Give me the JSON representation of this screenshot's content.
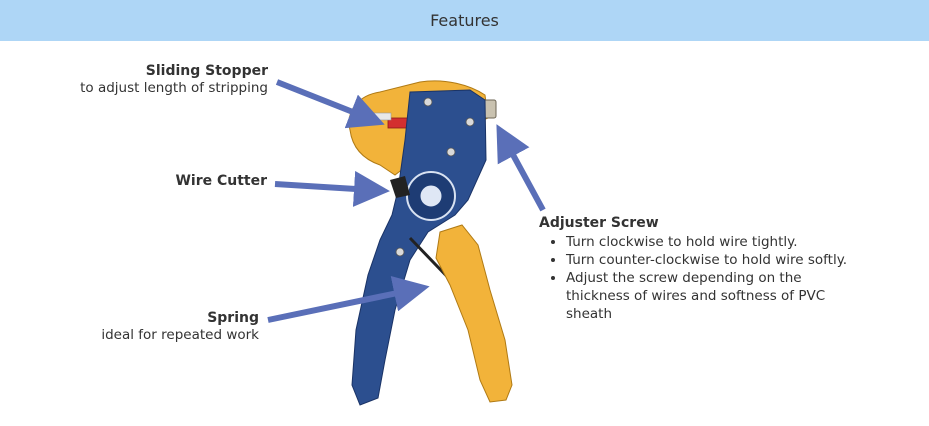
{
  "header": {
    "title": "Features"
  },
  "colors": {
    "header_bg": "#aed6f6",
    "arrow": "#5a6fb8",
    "handle_yellow": "#f2b33a",
    "body_blue": "#2c4f8f"
  },
  "callouts": {
    "sliding_stopper": {
      "title": "Sliding Stopper",
      "desc": "to adjust length of stripping"
    },
    "wire_cutter": {
      "title": "Wire Cutter"
    },
    "spring": {
      "title": "Spring",
      "desc": "ideal for repeated work"
    },
    "adjuster_screw": {
      "title": "Adjuster Screw",
      "bullets": [
        "Turn clockwise to hold wire tightly.",
        "Turn counter-clockwise to hold wire softly.",
        "Adjust the screw depending on the thickness of wires and softness of PVC sheath"
      ]
    }
  },
  "image": {
    "subject": "wire stripper tool",
    "icon": "wire-stripper-illustration"
  }
}
